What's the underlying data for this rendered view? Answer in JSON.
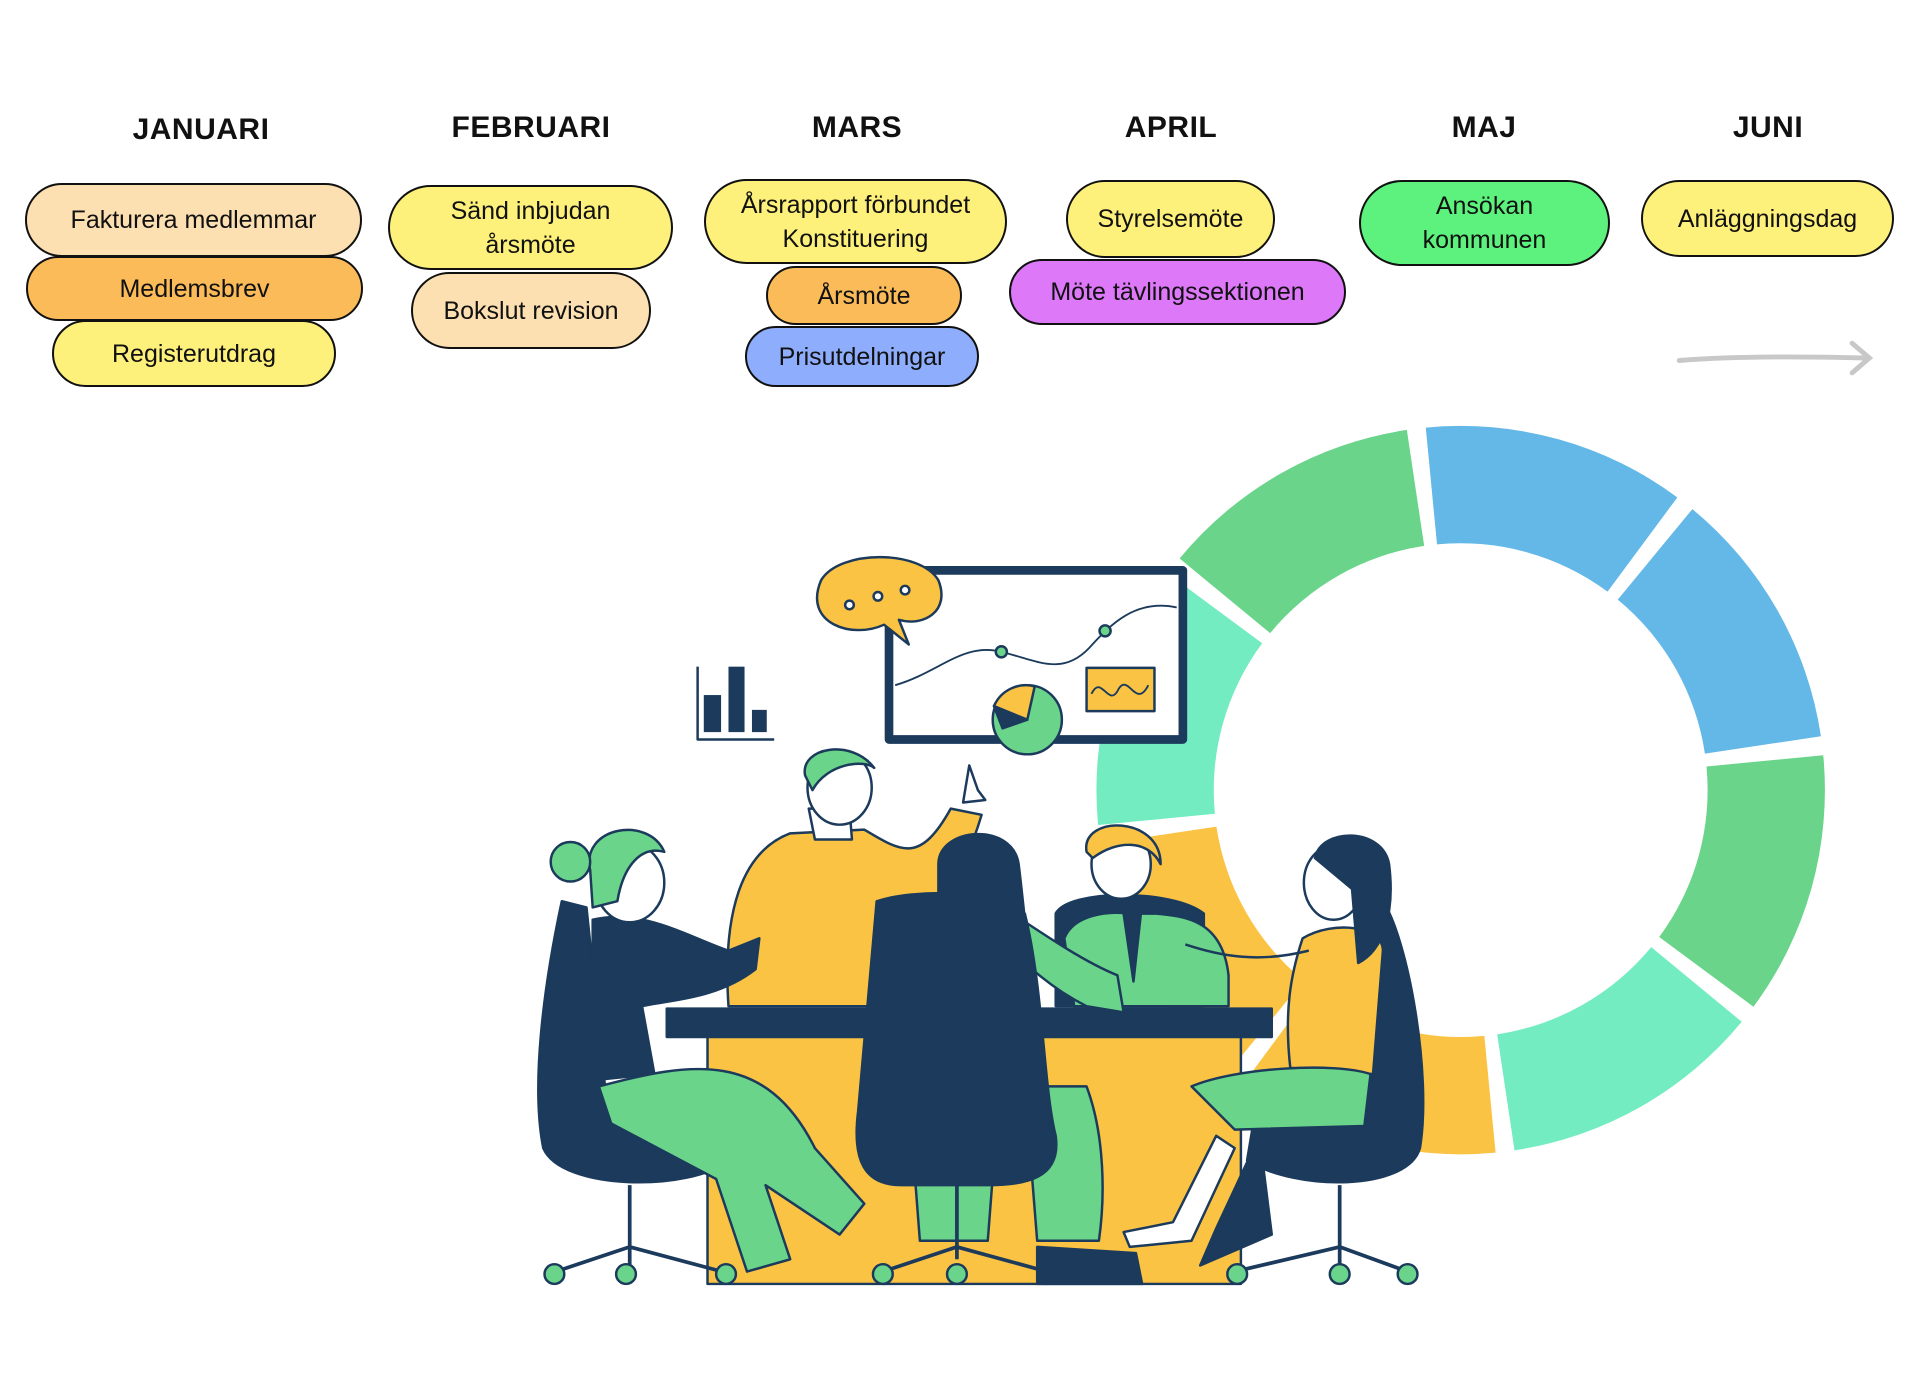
{
  "months": [
    {
      "name": "JANUARI",
      "items": [
        "Fakturera medlemmar",
        "Medlemsbrev",
        "Registerutdrag"
      ]
    },
    {
      "name": "FEBRUARI",
      "items": [
        "Sänd inbjudan årsmöte",
        "Bokslut revision"
      ]
    },
    {
      "name": "MARS",
      "items": [
        "Årsrapport förbundet Konstituering",
        "Årsmöte",
        "Prisutdelningar"
      ]
    },
    {
      "name": "APRIL",
      "items": [
        "Styrelsemöte",
        "Möte tävlingssektionen"
      ]
    },
    {
      "name": "MAJ",
      "items": [
        "Ansökan kommunen"
      ]
    },
    {
      "name": "JUNI",
      "items": [
        "Anläggningsdag"
      ]
    }
  ],
  "colors": {
    "peach": "#fde0b2",
    "orange": "#fbbb58",
    "yellow": "#fdf07b",
    "blue": "#8eaefd",
    "purple": "#dd78f9",
    "green": "#5cf27d",
    "navy": "#1b3a5c",
    "illus_yellow": "#fbc344",
    "illus_green": "#6ad48a",
    "ring_blue": "#63b8e8",
    "ring_teal": "#72ecc0"
  },
  "ring_segments": [
    "blue",
    "blue",
    "green",
    "teal",
    "yellow",
    "yellow",
    "teal",
    "green"
  ]
}
